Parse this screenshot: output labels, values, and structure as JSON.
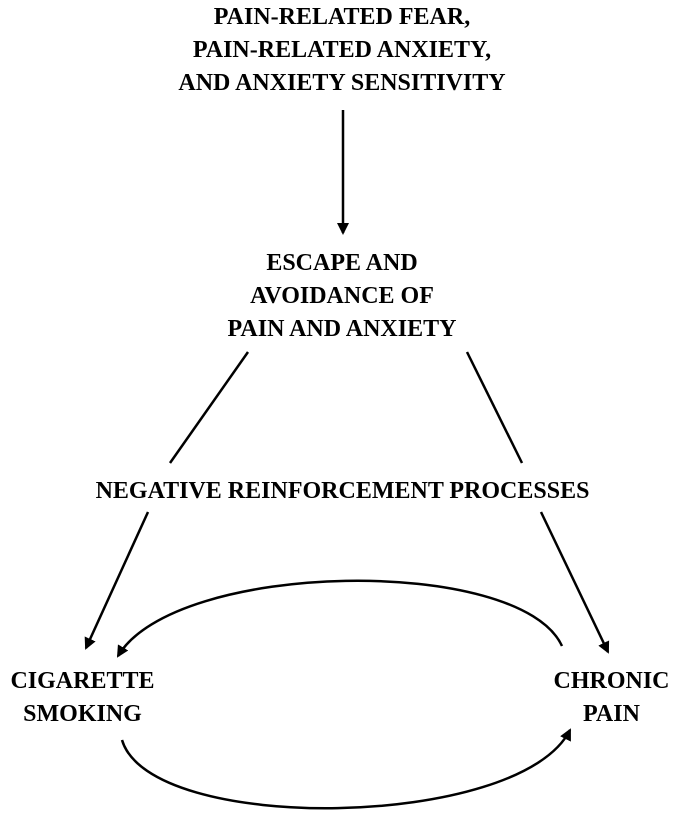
{
  "nodes": {
    "top": {
      "lines": [
        "PAIN-RELATED FEAR,",
        "PAIN-RELATED ANXIETY,",
        "AND ANXIETY SENSITIVITY"
      ]
    },
    "middle": {
      "lines": [
        "ESCAPE AND",
        "AVOIDANCE OF",
        "PAIN AND ANXIETY"
      ]
    },
    "left": {
      "lines": [
        "CIGARETTE",
        "SMOKING"
      ]
    },
    "right": {
      "lines": [
        "CHRONIC",
        "PAIN"
      ]
    }
  },
  "edge_labels": {
    "negative_reinforcement": "NEGATIVE REINFORCEMENT PROCESSES"
  },
  "colors": {
    "stroke": "#000000",
    "text": "#000000",
    "background": "#ffffff"
  }
}
